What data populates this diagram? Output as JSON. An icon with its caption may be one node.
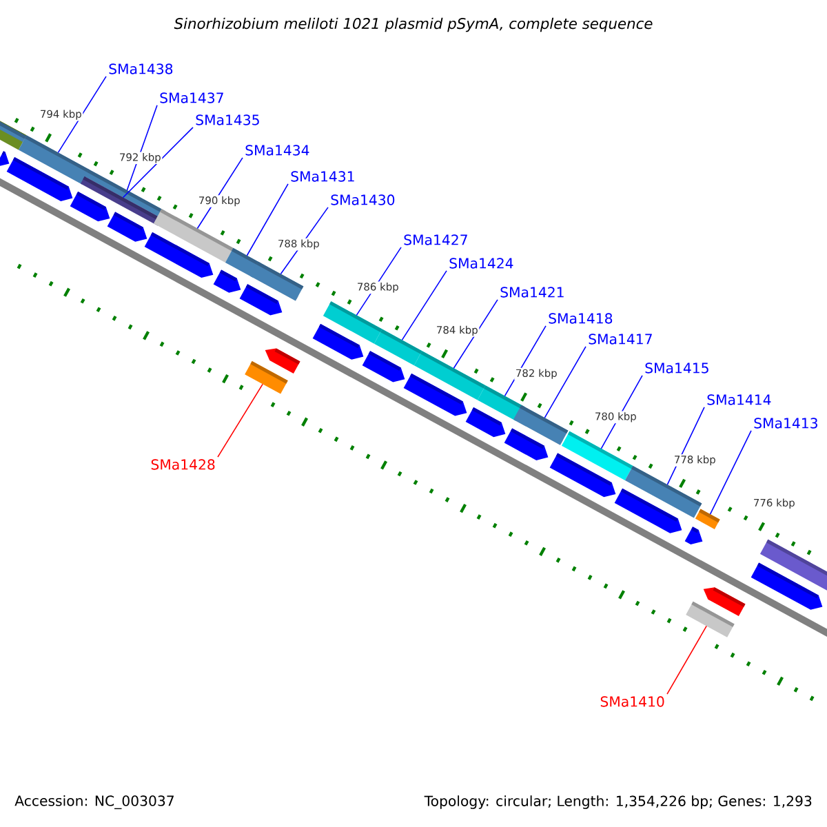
{
  "diagram": {
    "title": "Sinorhizobium meliloti 1021 plasmid pSymA, complete sequence",
    "nodes": [
      {
        "text": [
          "SMa1438"
        ]
      },
      {
        "text": [
          "SMa1437"
        ]
      },
      {
        "text": [
          "SMa1435"
        ]
      },
      {
        "text": [
          "SMa1434"
        ]
      },
      {
        "text": [
          "SMa1431"
        ]
      },
      {
        "text": [
          "SMa1430"
        ]
      },
      {
        "text": [
          "SMa1427"
        ]
      },
      {
        "text": [
          "SMa1424"
        ]
      },
      {
        "text": [
          "SMa1421"
        ]
      },
      {
        "text": [
          "SMa1418"
        ]
      },
      {
        "text": [
          "SMa1417"
        ]
      },
      {
        "text": [
          "SMa1415"
        ]
      },
      {
        "text": [
          "SMa1414"
        ]
      },
      {
        "text": [
          "SMa1413"
        ]
      },
      {
        "text": [
          "SMa1428"
        ]
      },
      {
        "text": [
          "SMa1410"
        ]
      },
      {
        "text": [],
        "shape": "bar"
      },
      {
        "text": [],
        "shape": "bar"
      },
      {
        "text": [],
        "shape": "bar"
      },
      {
        "text": [],
        "shape": "bar"
      },
      {
        "text": [],
        "shape": "bar"
      },
      {
        "text": [],
        "shape": "bar"
      },
      {
        "text": [],
        "shape": "bar"
      },
      {
        "text": [],
        "shape": "bar"
      },
      {
        "text": [],
        "shape": "bar"
      },
      {
        "text": [],
        "shape": "bar"
      },
      {
        "text": [],
        "shape": "bar"
      },
      {
        "text": [],
        "shape": "bar"
      },
      {
        "text": [],
        "shape": "bar"
      },
      {
        "text": [],
        "shape": "bar"
      },
      {
        "text": [],
        "shape": "bar"
      },
      {
        "text": [],
        "shape": "bar"
      },
      {
        "text": [],
        "shape": "pentagon"
      },
      {
        "text": [],
        "shape": "pentagon"
      },
      {
        "text": [],
        "shape": "pentagon"
      },
      {
        "text": [],
        "shape": "pentagon"
      },
      {
        "text": [],
        "shape": "pentagon"
      },
      {
        "text": [],
        "shape": "pentagon"
      },
      {
        "text": [],
        "shape": "pentagon"
      },
      {
        "text": [],
        "shape": "pentagon"
      },
      {
        "text": [],
        "shape": "pentagon"
      },
      {
        "text": [],
        "shape": "pentagon"
      },
      {
        "text": [],
        "shape": "pentagon"
      },
      {
        "text": [],
        "shape": "pentagon"
      },
      {
        "text": [],
        "shape": "pentagon"
      },
      {
        "text": [],
        "shape": "pentagon"
      },
      {
        "text": [],
        "shape": "pentagon"
      },
      {
        "text": [],
        "shape": "pentagon"
      },
      {
        "text": [],
        "shape": "pentagon"
      },
      {
        "text": [],
        "shape": "pentagon"
      }
    ],
    "edges": [
      {
        "from": 0,
        "to": 16,
        "arrow": "none"
      },
      {
        "from": 1,
        "to": 17,
        "arrow": "none"
      },
      {
        "from": 2,
        "to": 18,
        "arrow": "none"
      },
      {
        "from": 3,
        "to": 19,
        "arrow": "none"
      },
      {
        "from": 4,
        "to": 20,
        "arrow": "none"
      },
      {
        "from": 5,
        "to": 21,
        "arrow": "none"
      },
      {
        "from": 6,
        "to": 23,
        "arrow": "none"
      },
      {
        "from": 7,
        "to": 24,
        "arrow": "none"
      },
      {
        "from": 8,
        "to": 25,
        "arrow": "none"
      },
      {
        "from": 9,
        "to": 26,
        "arrow": "none"
      },
      {
        "from": 10,
        "to": 27,
        "arrow": "none"
      },
      {
        "from": 11,
        "to": 28,
        "arrow": "none"
      },
      {
        "from": 12,
        "to": 29,
        "arrow": "none"
      },
      {
        "from": 13,
        "to": 30,
        "arrow": "none"
      },
      {
        "from": 14,
        "to": 22,
        "arrow": "none",
        "color": "#ff0000"
      },
      {
        "from": 15,
        "to": 31,
        "arrow": "none",
        "color": "#ff0000"
      }
    ],
    "labels": [
      "794 kbp",
      "792 kbp",
      "790 kbp",
      "788 kbp",
      "786 kbp",
      "784 kbp",
      "782 kbp",
      "780 kbp",
      "778 kbp",
      "776 kbp",
      "Accession: NC_003037",
      "Topology: circular; Length: 1,354,226 bp; Genes: 1,293"
    ]
  }
}
